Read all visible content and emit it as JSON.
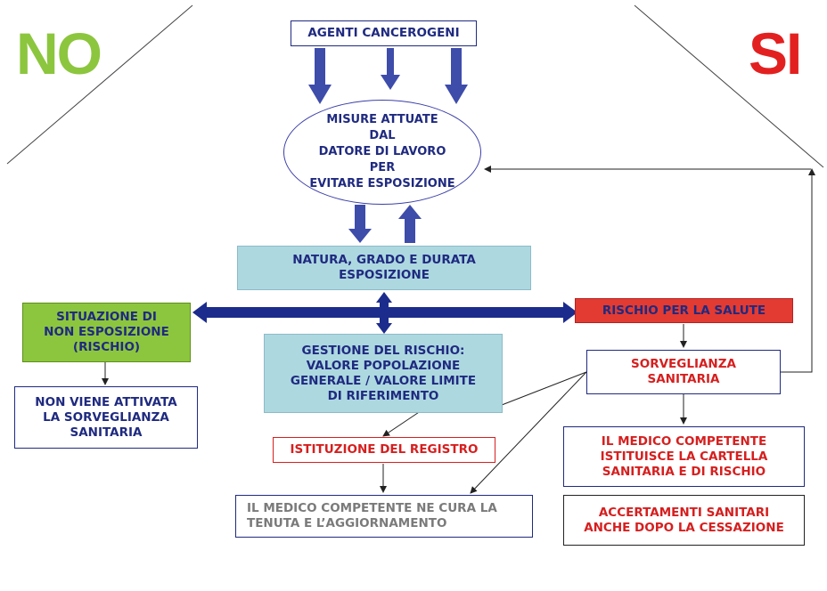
{
  "headings": {
    "no": "NO",
    "si": "SI"
  },
  "colors": {
    "no_green": "#8cc63e",
    "si_red": "#e32020",
    "navy": "#1f2a80",
    "arrow_blue": "#3e4caa",
    "light_blue": "#add8e0",
    "lime": "#8cc63e",
    "red_fill": "#e33b32"
  },
  "nodes": {
    "agenti": "AGENTI CANCEROGENI",
    "misure": "MISURE ATTUATE\nDAL\nDATORE DI LAVORO\nPER\nEVITARE ESPOSIZIONE",
    "natura": "NATURA, GRADO  E DURATA\nESPOSIZIONE",
    "situazione": "SITUAZIONE DI\nNON ESPOSIZIONE\n(RISCHIO)",
    "non_viene": "NON VIENE ATTIVATA\nLA SORVEGLIANZA\nSANITARIA",
    "gestione": "GESTIONE DEL RISCHIO:\nVALORE POPOLAZIONE\nGENERALE / VALORE LIMITE\nDI RIFERIMENTO",
    "rischio": "RISCHIO PER LA SALUTE",
    "sorveglianza": "SORVEGLIANZA\nSANITARIA",
    "istituzione": "ISTITUZIONE DEL REGISTRO",
    "medico_cura": "IL MEDICO COMPETENTE NE CURA LA\nTENUTA E L’AGGIORNAMENTO",
    "medico_cartella": "IL MEDICO COMPETENTE\nISTITUISCE LA CARTELLA\nSANITARIA E DI RISCHIO",
    "accertamenti": "ACCERTAMENTI SANITARI\nANCHE DOPO LA CESSAZIONE"
  }
}
